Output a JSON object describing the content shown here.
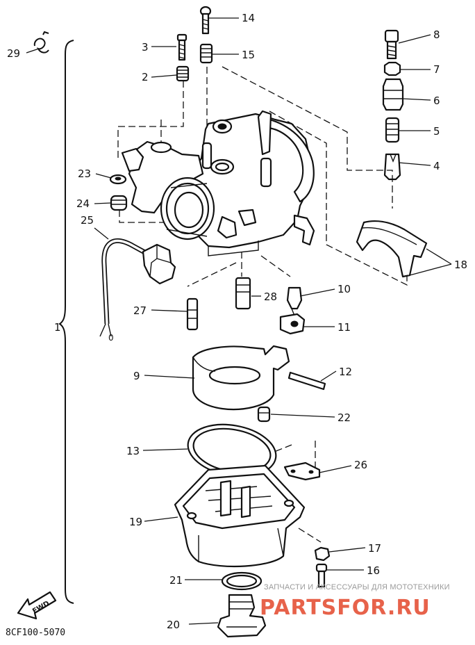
{
  "diagram": {
    "drawing_code": "8CF100-5070",
    "fwd_label": "FWD",
    "wire_end_label": "0",
    "callouts": [
      {
        "id": "c1",
        "label": "1"
      },
      {
        "id": "c2",
        "label": "2"
      },
      {
        "id": "c3",
        "label": "3"
      },
      {
        "id": "c4",
        "label": "4"
      },
      {
        "id": "c5",
        "label": "5"
      },
      {
        "id": "c6",
        "label": "6"
      },
      {
        "id": "c7",
        "label": "7"
      },
      {
        "id": "c8",
        "label": "8"
      },
      {
        "id": "c9",
        "label": "9"
      },
      {
        "id": "c10",
        "label": "10"
      },
      {
        "id": "c11",
        "label": "11"
      },
      {
        "id": "c12",
        "label": "12"
      },
      {
        "id": "c13",
        "label": "13"
      },
      {
        "id": "c14",
        "label": "14"
      },
      {
        "id": "c15",
        "label": "15"
      },
      {
        "id": "c16",
        "label": "16"
      },
      {
        "id": "c17",
        "label": "17"
      },
      {
        "id": "c18",
        "label": "18"
      },
      {
        "id": "c19",
        "label": "19"
      },
      {
        "id": "c20",
        "label": "20"
      },
      {
        "id": "c21",
        "label": "21"
      },
      {
        "id": "c22",
        "label": "22"
      },
      {
        "id": "c23",
        "label": "23"
      },
      {
        "id": "c24",
        "label": "24"
      },
      {
        "id": "c25",
        "label": "25"
      },
      {
        "id": "c26",
        "label": "26"
      },
      {
        "id": "c27",
        "label": "27"
      },
      {
        "id": "c28",
        "label": "28"
      },
      {
        "id": "c29",
        "label": "29"
      }
    ]
  },
  "watermark": {
    "tagline": "ЗАПЧАСТИ И АКСЕССУАРЫ ДЛЯ МОТОТЕХНИКИ",
    "brand": "PARTSFOR.RU",
    "brand_color": "#e23b1e"
  }
}
